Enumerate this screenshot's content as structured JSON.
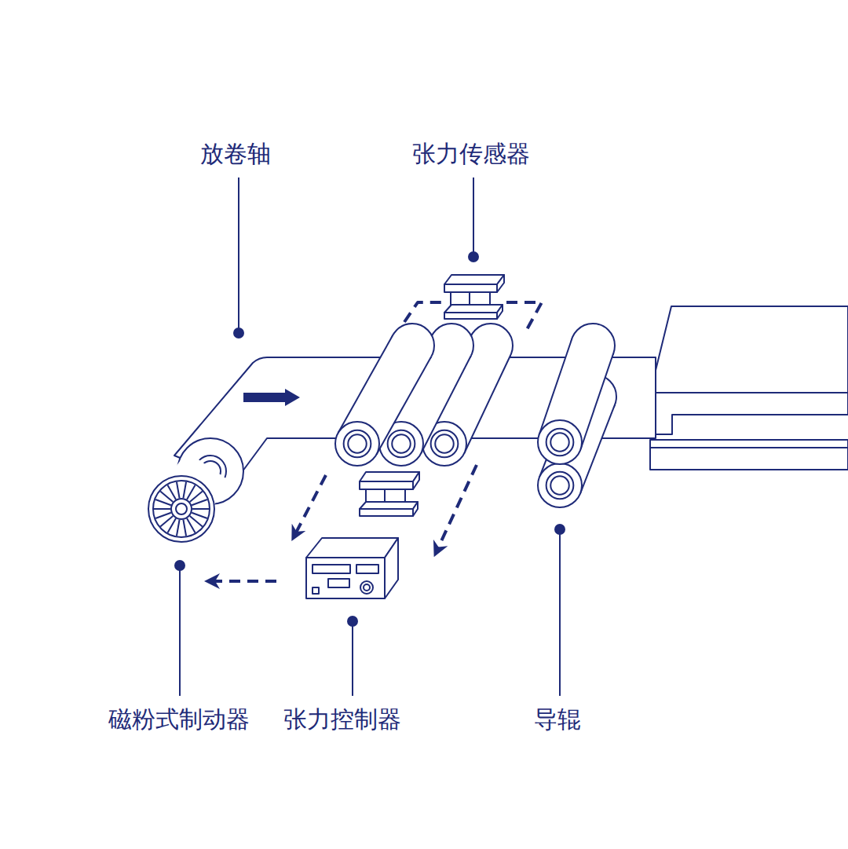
{
  "diagram": {
    "labels": [
      "放卷轴",
      "张力传感器",
      "磁粉式制动器",
      "张力控制器",
      "导辊"
    ]
  }
}
